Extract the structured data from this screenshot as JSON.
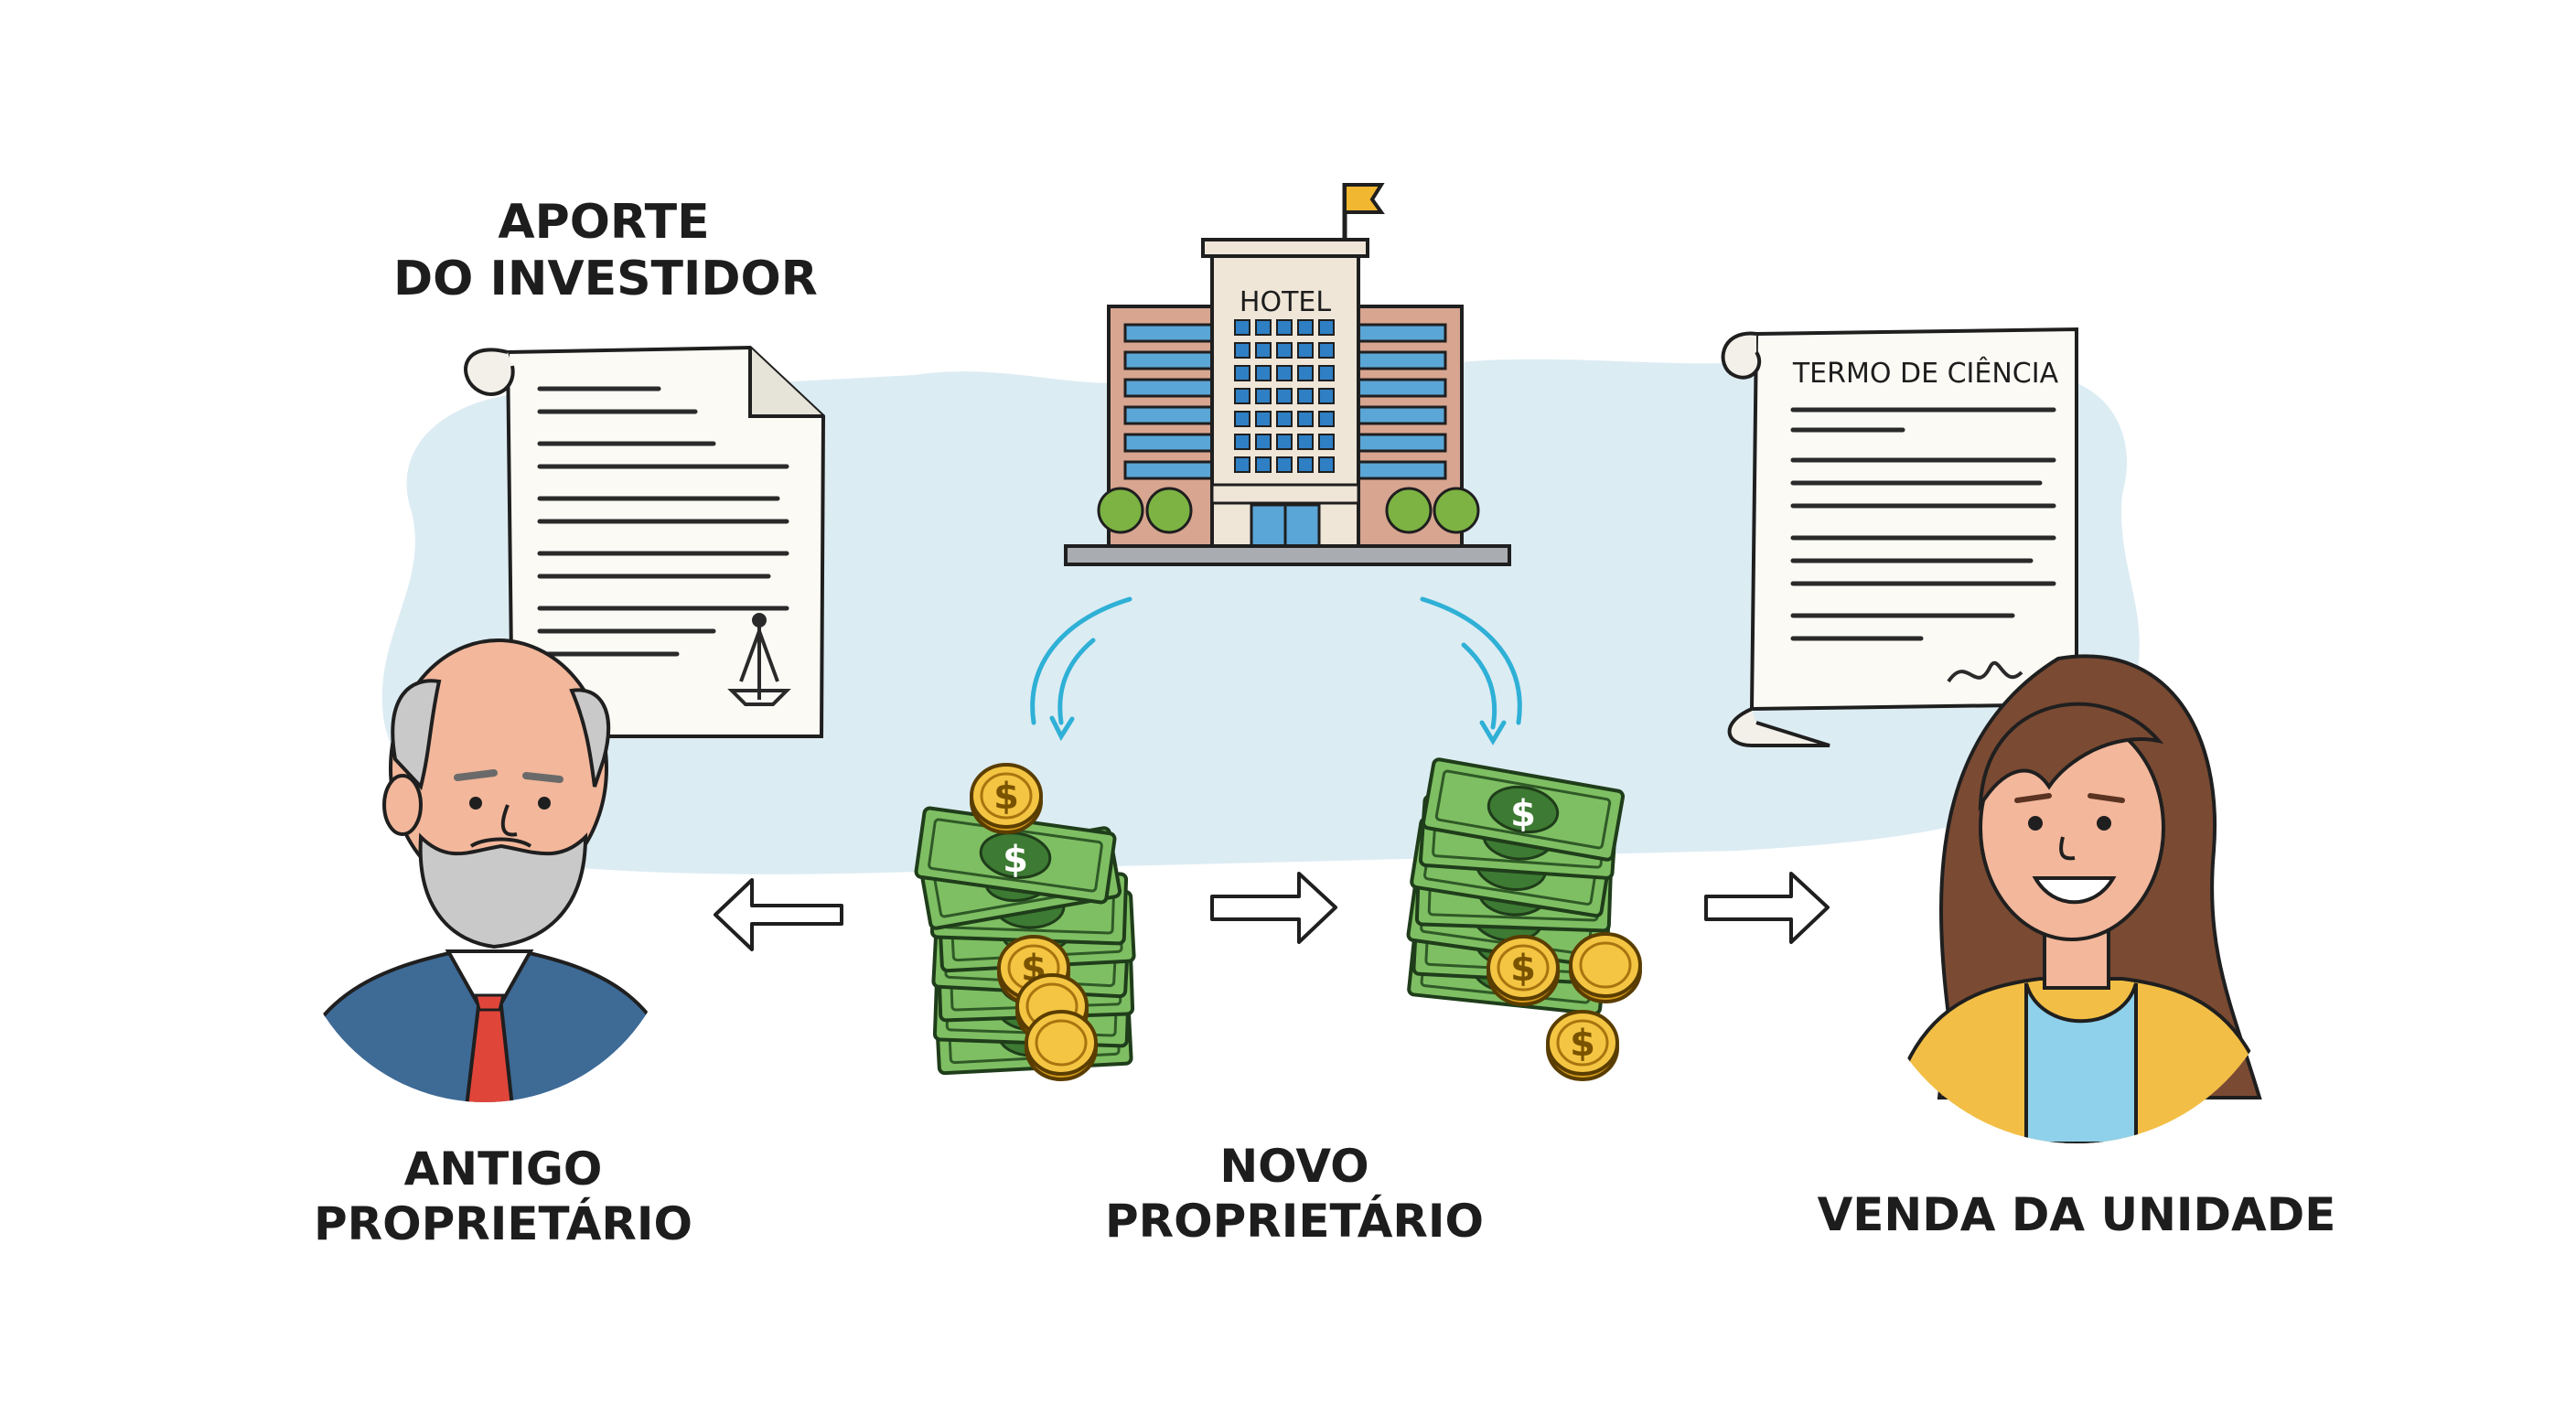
{
  "labels": {
    "aporte_line1": "APORTE",
    "aporte_line2": "DO INVESTIDOR",
    "antigo_line1": "ANTIGO",
    "antigo_line2": "PROPRIETÁRIO",
    "novo_line1": "NOVO",
    "novo_line2": "PROPRIETÁRIO",
    "venda": "VENDA DA UNIDADE"
  },
  "hotel": {
    "sign": "HOTEL"
  },
  "document_right": {
    "title": "TERMO DE CIÊNCIA"
  },
  "currency_symbol": "$",
  "icons": {
    "contract": "contract-document-icon",
    "hotel": "hotel-building-icon",
    "term": "term-document-icon",
    "old_owner": "elderly-man-avatar",
    "new_owner": "woman-avatar",
    "money_left": "money-stack-icon",
    "money_right": "money-stack-icon",
    "arrows": "arrow-icon"
  },
  "colors": {
    "background_blob": "#dcecf3",
    "hotel_glass": "#5aa6d6",
    "hotel_brick": "#d8a590",
    "money_green": "#5f9e4a",
    "coin_gold": "#f4c542",
    "flow_arrow": "#2fb0d6",
    "tie_red": "#e0453a",
    "suit_blue": "#3e6a96",
    "jacket_yellow": "#f2be45"
  }
}
